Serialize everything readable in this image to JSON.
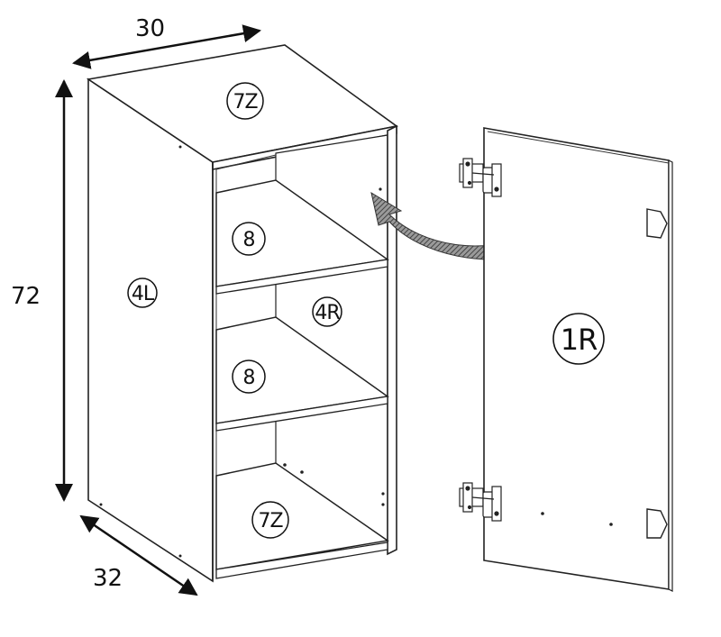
{
  "dimensions": {
    "width": "30",
    "height": "72",
    "depth": "32"
  },
  "parts": {
    "top": "7Z",
    "bottom": "7Z",
    "shelf_upper": "8",
    "shelf_lower": "8",
    "side_left": "4L",
    "side_right": "4R",
    "door": "1R"
  },
  "colors": {
    "line": "#222222",
    "background": "#ffffff",
    "arrow_fill": "#555555"
  }
}
